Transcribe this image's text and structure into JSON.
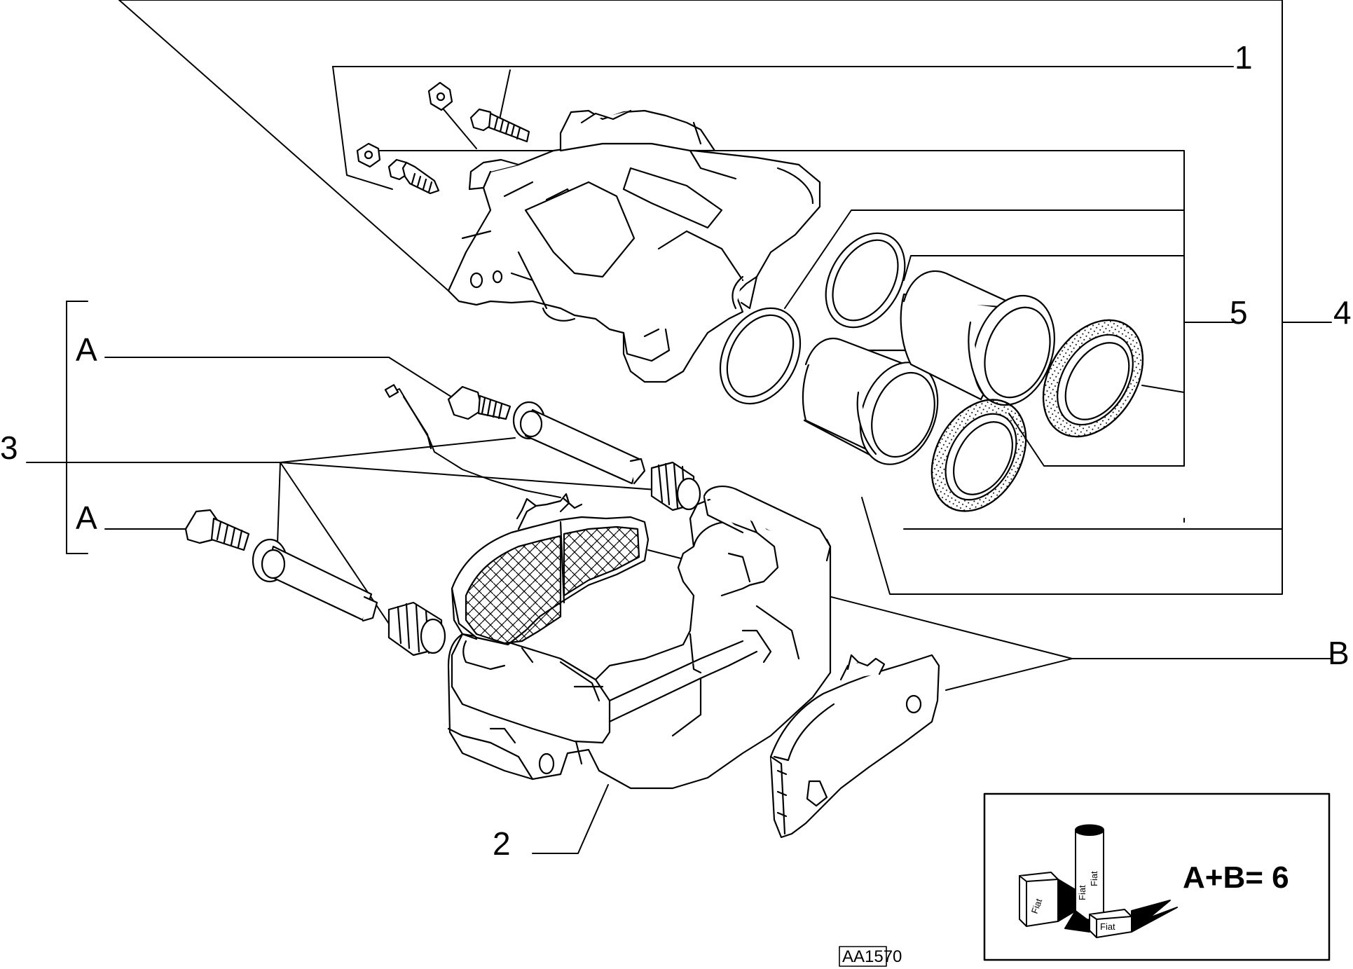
{
  "callouts": {
    "c1": "1",
    "c2": "2",
    "c3": "3",
    "c4": "4",
    "c5": "5",
    "cA_upper": "A",
    "cA_lower": "A",
    "cB": "B"
  },
  "kit_box": {
    "formula": "A+B= 6",
    "packages": [
      "Fiat",
      "Fiat",
      "Fiat",
      "Fiat"
    ]
  },
  "reference_code": "AA1570"
}
